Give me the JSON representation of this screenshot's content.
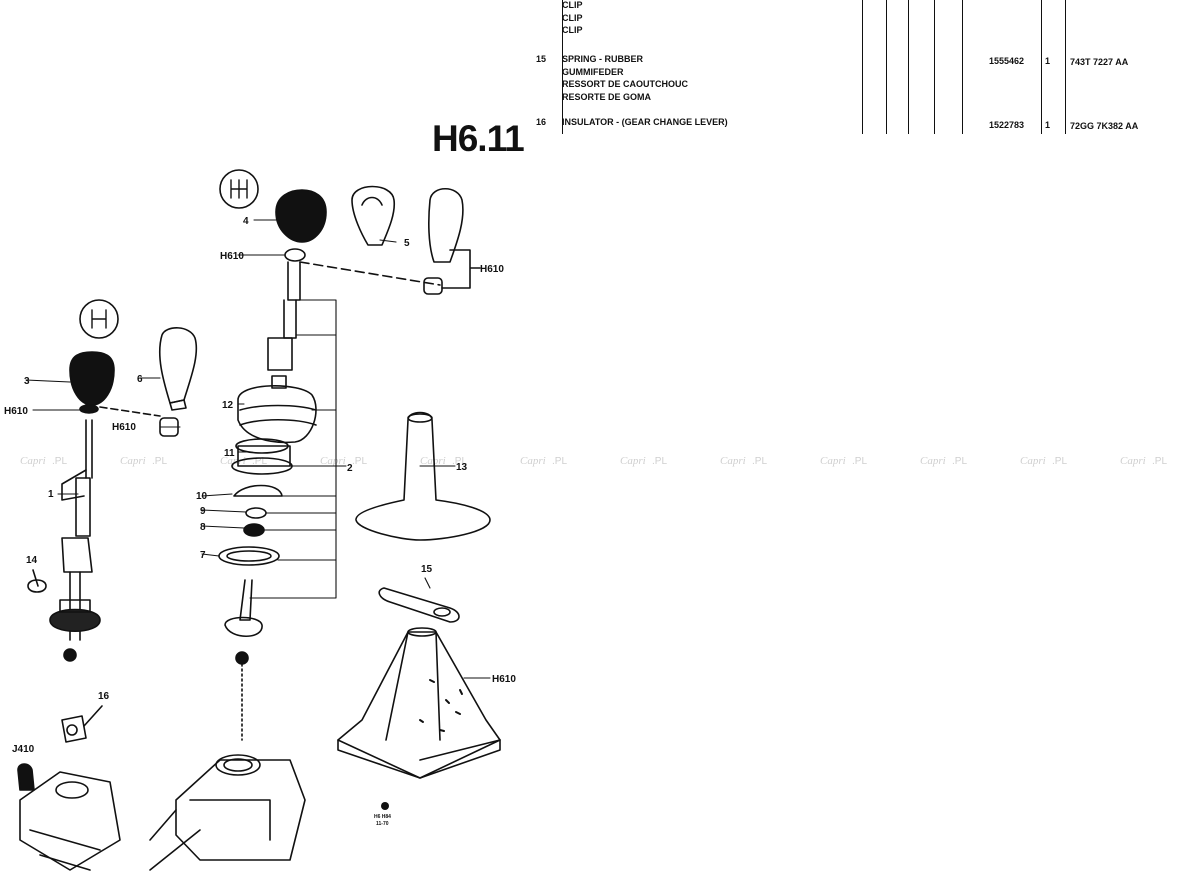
{
  "title": "H6.11",
  "table": {
    "rows": [
      {
        "num": "",
        "lines": [
          "CLIP",
          "CLIP",
          "CLIP"
        ],
        "part_no": "",
        "qty": "",
        "ref": ""
      },
      {
        "num": "15",
        "lines": [
          "SPRING - RUBBER",
          "GUMMIFEDER",
          "RESSORT DE CAOUTCHOUC",
          "RESORTE DE GOMA"
        ],
        "part_no": "1555462",
        "qty": "1",
        "ref": "743T 7227 AA"
      },
      {
        "num": "16",
        "lines": [
          "INSULATOR - (GEAR CHANGE LEVER)"
        ],
        "part_no": "1522783",
        "qty": "1",
        "ref": "72GG 7K382 AA"
      }
    ]
  },
  "callouts": {
    "c1": "1",
    "c2": "2",
    "c3": "3",
    "c4": "4",
    "c5": "5",
    "c6": "6",
    "c7": "7",
    "c8": "8",
    "c9": "9",
    "c10": "10",
    "c11": "11",
    "c12": "12",
    "c13": "13",
    "c14": "14",
    "c15": "15",
    "c16": "16",
    "ref_h610": "H610",
    "ref_j410": "J410"
  },
  "stamp": {
    "line1": "H6 H84",
    "line2": "11-70"
  },
  "watermark": {
    "brand": "Capri",
    "suffix": ".PL"
  },
  "colors": {
    "ink": "#111111",
    "watermark": "#cfcfcf"
  }
}
